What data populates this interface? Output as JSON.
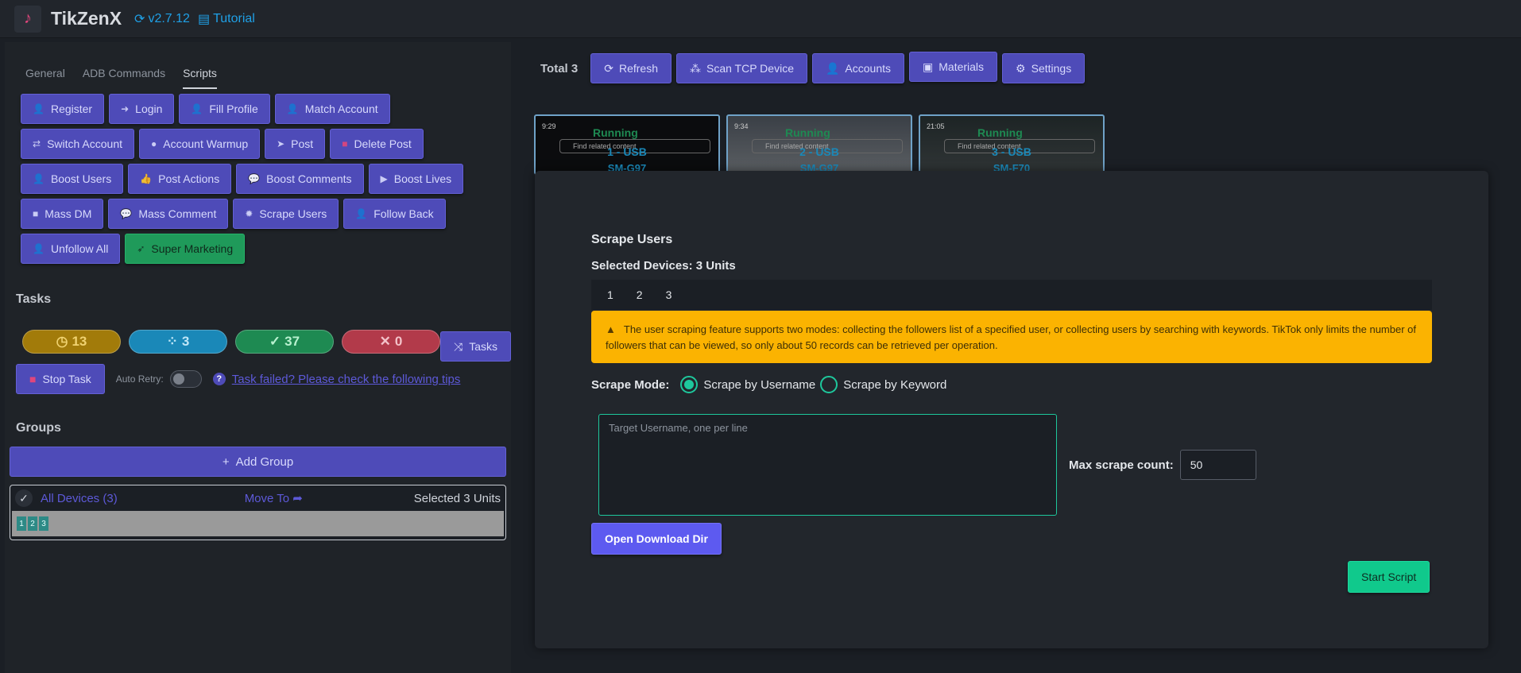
{
  "header": {
    "app_name": "TikZenX",
    "version": "v2.7.12",
    "tutorial": "Tutorial"
  },
  "tabs": [
    "General",
    "ADB Commands",
    "Scripts"
  ],
  "scripts": {
    "row1": [
      "Register",
      "Login",
      "Fill Profile",
      "Match Account"
    ],
    "row2": [
      "Switch Account",
      "Account Warmup",
      "Post",
      "Delete Post"
    ],
    "row3": [
      "Boost Users",
      "Post Actions",
      "Boost Comments",
      "Boost Lives"
    ],
    "row4": [
      "Mass DM",
      "Mass Comment",
      "Scrape Users",
      "Follow Back"
    ],
    "row5": [
      "Unfollow All",
      "Super Marketing"
    ]
  },
  "tasks": {
    "title": "Tasks",
    "pending": "13",
    "running": "3",
    "success": "37",
    "failed": "0",
    "tasks_btn": "Tasks",
    "stop_task": "Stop Task",
    "auto_retry": "Auto Retry:",
    "tip_link": "Task failed? Please check the following tips"
  },
  "groups": {
    "title": "Groups",
    "add_group": "Add Group",
    "all_devices": "All Devices (3)",
    "move_to": "Move To",
    "selected": "Selected 3 Units",
    "chips": [
      "1",
      "2",
      "3"
    ]
  },
  "toolbar": {
    "total": "Total 3",
    "refresh": "Refresh",
    "scan_tcp": "Scan TCP Device",
    "accounts": "Accounts",
    "materials": "Materials",
    "settings": "Settings"
  },
  "devices": [
    {
      "status": "Running",
      "name": "1 - USB",
      "model": "SM-G97",
      "time": "9:29",
      "search": "Find related content"
    },
    {
      "status": "Running",
      "name": "2 - USB",
      "model": "SM-G97",
      "time": "9:34",
      "search": "Find related content"
    },
    {
      "status": "Running",
      "name": "3 - USB",
      "model": "SM-F70",
      "time": "21:05",
      "search": "Find related content"
    }
  ],
  "modal": {
    "title": "Scrape Users",
    "selected": "Selected Devices: 3 Units",
    "devices": [
      "1",
      "2",
      "3"
    ],
    "warning": "The user scraping feature supports two modes: collecting the followers list of a specified user, or collecting users by searching with keywords. TikTok only limits the number of followers that can be viewed, so only about 50 records can be retrieved per operation.",
    "mode_label": "Scrape Mode:",
    "mode_username": "Scrape by Username",
    "mode_keyword": "Scrape by Keyword",
    "placeholder": "Target Username, one per line",
    "max_label": "Max scrape count:",
    "max_value": "50",
    "open_dir": "Open Download Dir",
    "start": "Start Script"
  }
}
